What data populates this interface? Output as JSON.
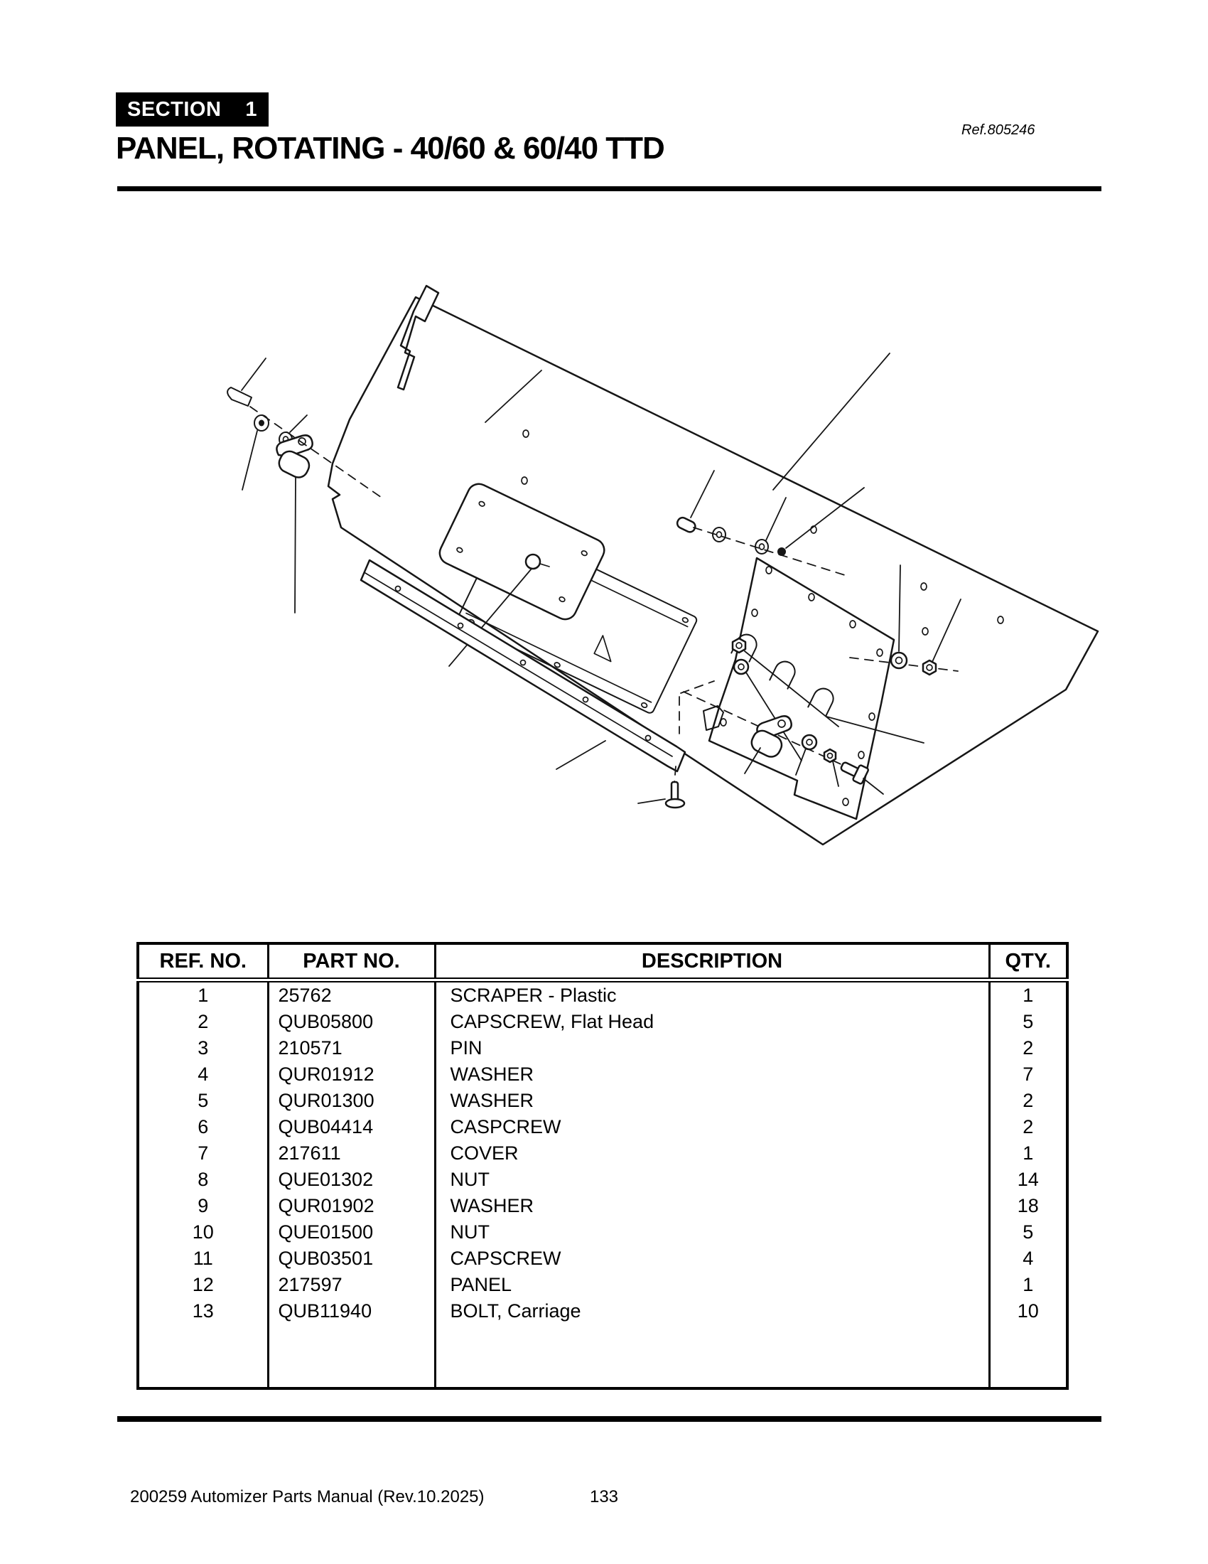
{
  "header": {
    "section_label": "SECTION",
    "section_number": "1",
    "title": "PANEL, ROTATING - 40/60 & 60/40 TTD",
    "ref_label": "Ref.805246"
  },
  "colors": {
    "ink": "#000000",
    "paper": "#ffffff",
    "badge_bg": "#000000",
    "badge_fg": "#ffffff"
  },
  "table": {
    "headers": [
      "REF. NO.",
      "PART NO.",
      "DESCRIPTION",
      "QTY."
    ],
    "rows": [
      [
        "1",
        "25762",
        "SCRAPER - Plastic",
        "1"
      ],
      [
        "2",
        "QUB05800",
        "CAPSCREW, Flat Head",
        "5"
      ],
      [
        "3",
        "210571",
        "PIN",
        "2"
      ],
      [
        "4",
        "QUR01912",
        "WASHER",
        "7"
      ],
      [
        "5",
        "QUR01300",
        "WASHER",
        "2"
      ],
      [
        "6",
        "QUB04414",
        "CASPCREW",
        "2"
      ],
      [
        "7",
        "217611",
        "COVER",
        "1"
      ],
      [
        "8",
        "QUE01302",
        "NUT",
        "14"
      ],
      [
        "9",
        "QUR01902",
        "WASHER",
        "18"
      ],
      [
        "10",
        "QUE01500",
        "NUT",
        "5"
      ],
      [
        "11",
        "QUB03501",
        "CAPSCREW",
        "4"
      ],
      [
        "12",
        "217597",
        "PANEL",
        "1"
      ],
      [
        "13",
        "QUB11940",
        "BOLT, Carriage",
        "10"
      ]
    ]
  },
  "footer": {
    "manual_info": "200259 Automizer Parts Manual (Rev.10.2025)",
    "page_number": "133"
  }
}
